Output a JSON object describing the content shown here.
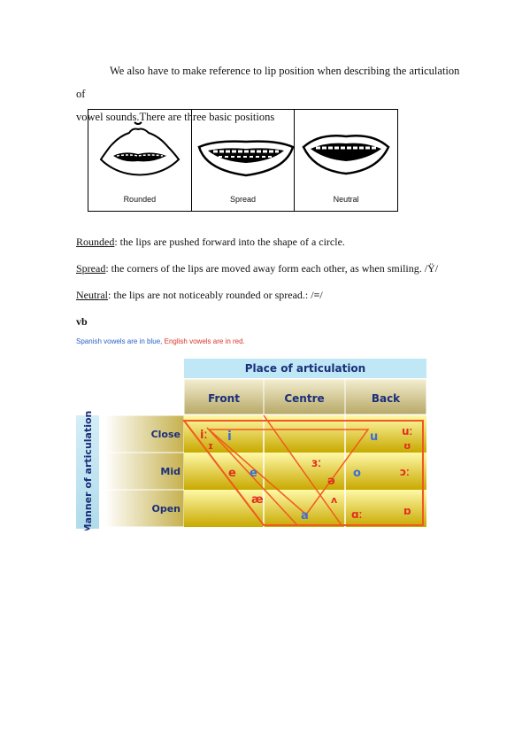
{
  "intro": {
    "line1": "We also have to make reference to lip position when describing the articulation of",
    "line2": "vowel sounds.There are three basic positions"
  },
  "lips_figure": {
    "labels": [
      "Rounded",
      "Spread",
      "Neutral"
    ]
  },
  "definitions": [
    {
      "term": "Rounded",
      "text": ": the lips are pushed forward into the shape of a circle."
    },
    {
      "term": "Spread",
      "text": ": the corners of the lips are moved away form each other, as when smiling. /Ÿ/"
    },
    {
      "term": "Neutral",
      "text": ": the lips are not noticeably rounded or spread.: /≡/"
    }
  ],
  "vb_text": "vb",
  "chart_caption": {
    "spanish": "Spanish vowels are in blue, ",
    "english": "English vowels are in red."
  },
  "chart_data": {
    "type": "table",
    "title": "Place of articulation",
    "row_axis_label": "Manner of articulation",
    "columns": [
      "Front",
      "Centre",
      "Back"
    ],
    "rows": [
      "Close",
      "Mid",
      "Open"
    ],
    "colors": {
      "spanish": "#3b6fd4",
      "english": "#e03020",
      "title_bg": "#bfe7f5",
      "column_header_bg": "#cfc38c",
      "row_band_top": "#fff9a8",
      "row_band_bottom": "#c8a900",
      "trapezoid": "#f05a1e"
    },
    "spanish_vowels": [
      "i",
      "e",
      "a",
      "o",
      "u"
    ],
    "english_vowels": [
      "iː",
      "ɪ",
      "e",
      "æ",
      "ɜː",
      "ə",
      "ʌ",
      "uː",
      "ʊ",
      "ɔː",
      "ɑː",
      "ɒ"
    ]
  }
}
